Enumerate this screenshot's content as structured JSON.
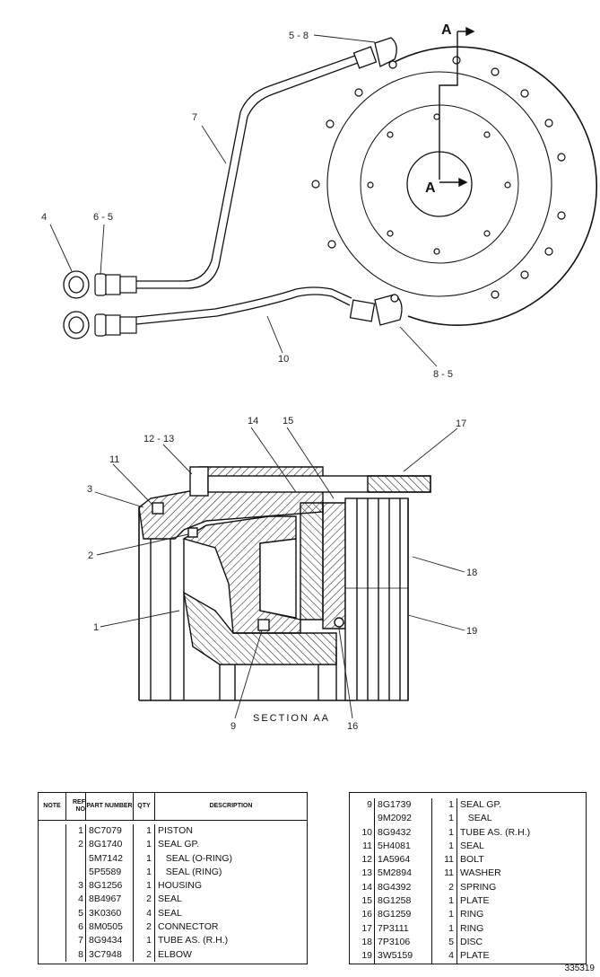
{
  "callouts": {
    "top": {
      "c58": "5 - 8",
      "c7": "7",
      "c4": "4",
      "c65": "6 - 5",
      "c10": "10",
      "c85": "8 - 5",
      "sectionA1": "A",
      "sectionA2": "A"
    },
    "section": {
      "c1213": "12 - 13",
      "c11": "11",
      "c3": "3",
      "c2": "2",
      "c1": "1",
      "c14": "14",
      "c15": "15",
      "c17": "17",
      "c18": "18",
      "c19": "19",
      "c9": "9",
      "c16": "16"
    },
    "section_title": "SECTION AA"
  },
  "parts_table": {
    "headers": {
      "note": "NOTE",
      "ref": "REF NO",
      "part": "PART NUMBER",
      "qty": "QTY",
      "desc": "DESCRIPTION"
    },
    "left_rows": [
      {
        "ref": "1",
        "part": "8C7079",
        "qty": "1",
        "desc": "PISTON"
      },
      {
        "ref": "2",
        "part": "8G1740",
        "qty": "1",
        "desc": "SEAL GP."
      },
      {
        "ref": "",
        "part": "5M7142",
        "qty": "1",
        "desc": "   SEAL (O-RING)"
      },
      {
        "ref": "",
        "part": "5P5589",
        "qty": "1",
        "desc": "   SEAL (RING)"
      },
      {
        "ref": "3",
        "part": "8G1256",
        "qty": "1",
        "desc": "HOUSING"
      },
      {
        "ref": "4",
        "part": "8B4967",
        "qty": "2",
        "desc": "SEAL"
      },
      {
        "ref": "5",
        "part": "3K0360",
        "qty": "4",
        "desc": "SEAL"
      },
      {
        "ref": "6",
        "part": "8M0505",
        "qty": "2",
        "desc": "CONNECTOR"
      },
      {
        "ref": "7",
        "part": "8G9434",
        "qty": "1",
        "desc": "TUBE AS. (R.H.)"
      },
      {
        "ref": "8",
        "part": "3C7948",
        "qty": "2",
        "desc": "ELBOW"
      }
    ],
    "right_rows": [
      {
        "ref": "9",
        "part": "8G1739",
        "qty": "1",
        "desc": "SEAL GP."
      },
      {
        "ref": "",
        "part": "9M2092",
        "qty": "1",
        "desc": "   SEAL"
      },
      {
        "ref": "10",
        "part": "8G9432",
        "qty": "1",
        "desc": "TUBE AS. (R.H.)"
      },
      {
        "ref": "11",
        "part": "5H4081",
        "qty": "1",
        "desc": "SEAL"
      },
      {
        "ref": "12",
        "part": "1A5964",
        "qty": "11",
        "desc": "BOLT"
      },
      {
        "ref": "13",
        "part": "5M2894",
        "qty": "11",
        "desc": "WASHER"
      },
      {
        "ref": "14",
        "part": "8G4392",
        "qty": "2",
        "desc": "SPRING"
      },
      {
        "ref": "15",
        "part": "8G1258",
        "qty": "1",
        "desc": "PLATE"
      },
      {
        "ref": "16",
        "part": "8G1259",
        "qty": "1",
        "desc": "RING"
      },
      {
        "ref": "17",
        "part": "7P3111",
        "qty": "1",
        "desc": "RING"
      },
      {
        "ref": "18",
        "part": "7P3106",
        "qty": "5",
        "desc": "DISC"
      },
      {
        "ref": "19",
        "part": "3W5159",
        "qty": "4",
        "desc": "PLATE"
      }
    ]
  },
  "figure_number": "335319"
}
